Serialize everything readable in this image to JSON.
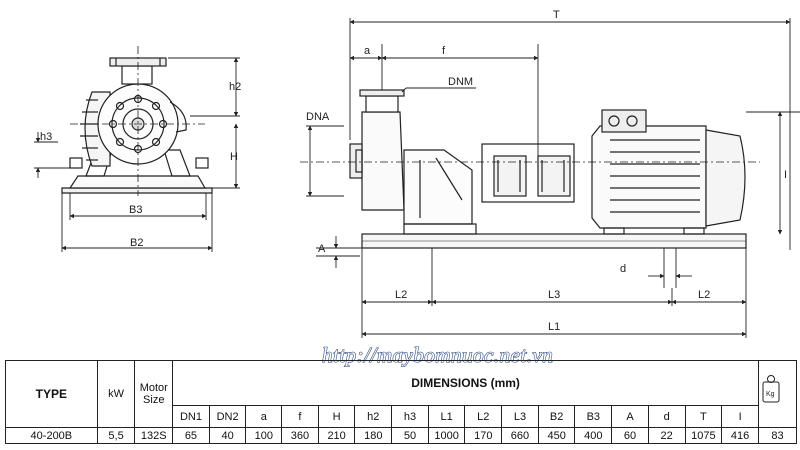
{
  "watermark": "http://maybomnuoc.net.vn",
  "drawing_labels": {
    "T": "T",
    "a": "a",
    "f": "f",
    "DNM": "DNM",
    "DNA": "DNA",
    "h2": "h2",
    "h3": "h3",
    "H": "H",
    "B3": "B3",
    "B2": "B2",
    "A": "A",
    "d": "d",
    "L2_left": "L2",
    "L3": "L3",
    "L2_right": "L2",
    "L1": "L1",
    "I": "I"
  },
  "table": {
    "col_type": "TYPE",
    "col_kw": "kW",
    "col_motor": "Motor Size",
    "dimensions_title": "DIMENSIONS (mm)",
    "weight_icon": "weight-kg-icon",
    "weight_label": "Kg",
    "dim_headers": [
      "DN1",
      "DN2",
      "a",
      "f",
      "H",
      "h2",
      "h3",
      "L1",
      "L2",
      "L3",
      "B2",
      "B3",
      "A",
      "d",
      "T",
      "I"
    ],
    "row": {
      "type": "40-200B",
      "kw": "5,5",
      "motor": "132S",
      "dims": [
        "65",
        "40",
        "100",
        "360",
        "210",
        "180",
        "50",
        "1000",
        "170",
        "660",
        "450",
        "400",
        "60",
        "22",
        "1075",
        "416"
      ],
      "weight": "83"
    }
  }
}
